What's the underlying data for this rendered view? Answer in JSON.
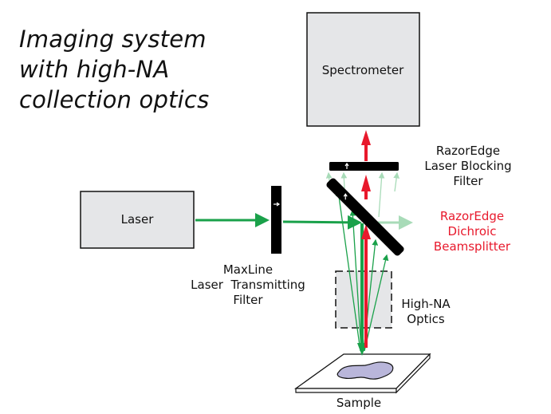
{
  "title": {
    "lines": [
      "Imaging system",
      "with high-NA",
      "collection optics"
    ]
  },
  "components": {
    "spectrometer": "Spectrometer",
    "laser": "Laser",
    "maxline_filter": [
      "MaxLine",
      "Laser  Transmitting",
      "Filter"
    ],
    "blocking_filter": [
      "RazorEdge",
      "Laser Blocking",
      "Filter"
    ],
    "dichroic": [
      "RazorEdge",
      "Dichroic",
      "Beamsplitter"
    ],
    "optics": [
      "High-NA",
      "Optics"
    ],
    "sample": "Sample"
  },
  "colors": {
    "laser_beam": "#1aa14a",
    "signal_beam": "#e8192c",
    "transmitted_laser": "#a8dbb8",
    "box_fill": "#e5e6e8",
    "dichroic_label": "#e8192c",
    "sample_fill": "#b9b6da"
  }
}
